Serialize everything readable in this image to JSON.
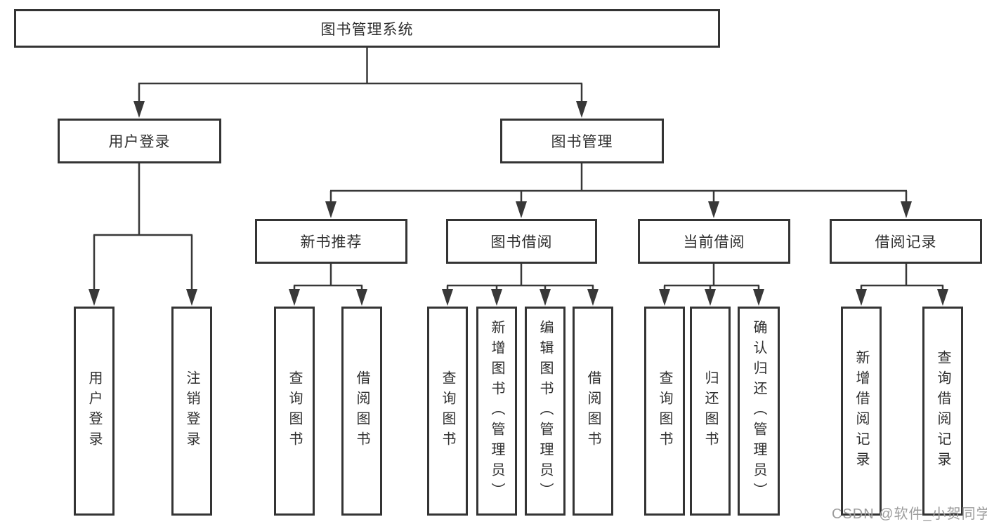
{
  "diagram": {
    "title": "图书管理系统",
    "nodes": {
      "root": {
        "label": "图书管理系统"
      },
      "level2": [
        {
          "id": "user-login",
          "label": "用户登录"
        },
        {
          "id": "book-management",
          "label": "图书管理"
        }
      ],
      "level3": [
        {
          "id": "new-book-recommend",
          "label": "新书推荐"
        },
        {
          "id": "book-borrow",
          "label": "图书借阅"
        },
        {
          "id": "current-borrow",
          "label": "当前借阅"
        },
        {
          "id": "borrow-records",
          "label": "借阅记录"
        }
      ],
      "leaves": [
        {
          "id": "user-login",
          "parent": "用户登录",
          "label": "用户登录"
        },
        {
          "id": "logout",
          "parent": "用户登录",
          "label": "注销登录"
        },
        {
          "id": "query-books-1",
          "parent": "新书推荐",
          "label": "查询图书"
        },
        {
          "id": "borrow-books-1",
          "parent": "新书推荐",
          "label": "借阅图书"
        },
        {
          "id": "query-books-2",
          "parent": "图书借阅",
          "label": "查询图书"
        },
        {
          "id": "add-book-admin",
          "parent": "图书借阅",
          "label": "新增图书（管理员）"
        },
        {
          "id": "edit-book-admin",
          "parent": "图书借阅",
          "label": "编辑图书（管理员）"
        },
        {
          "id": "borrow-books-2",
          "parent": "图书借阅",
          "label": "借阅图书"
        },
        {
          "id": "query-books-3",
          "parent": "当前借阅",
          "label": "查询图书"
        },
        {
          "id": "return-books",
          "parent": "当前借阅",
          "label": "归还图书"
        },
        {
          "id": "confirm-return-admin",
          "parent": "当前借阅",
          "label": "确认归还（管理员）"
        },
        {
          "id": "add-borrow-record",
          "parent": "借阅记录",
          "label": "新增借阅记录"
        },
        {
          "id": "query-borrow-record",
          "parent": "借阅记录",
          "label": "查询借阅记录"
        }
      ]
    },
    "colors": {
      "line": "#383838",
      "box_border": "#343434",
      "text": "#2f2f2f",
      "background": "#ffffff",
      "watermark": "#9c9c9c"
    }
  },
  "watermark": {
    "text": "CSDN @软件_小贺同学"
  }
}
